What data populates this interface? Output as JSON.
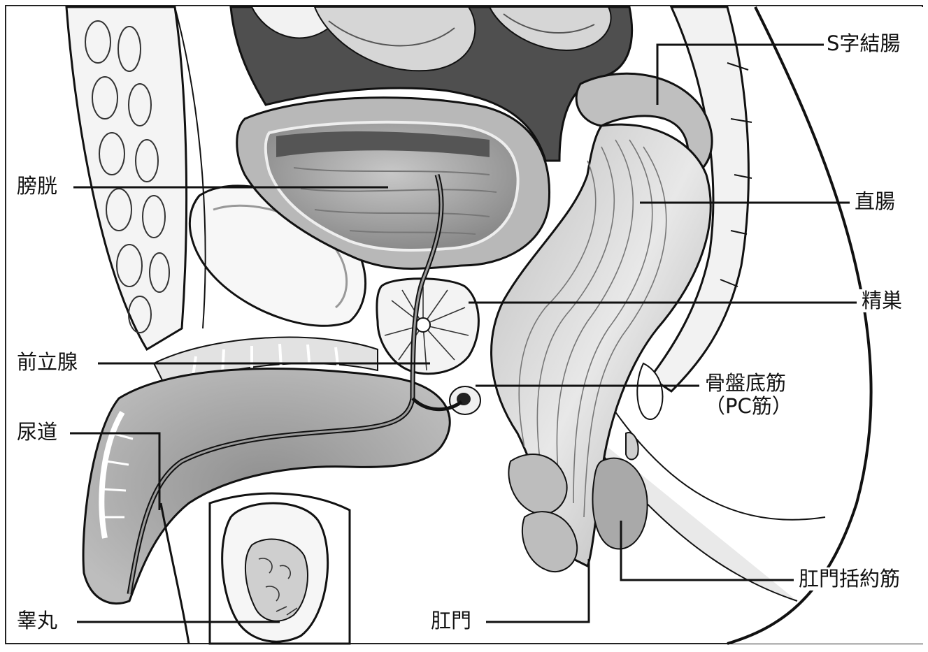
{
  "diagram": {
    "labels": {
      "sigmoid_colon": "S字結腸",
      "bladder": "膀胱",
      "rectum": "直腸",
      "seminal_vesicle": "精巣",
      "prostate": "前立腺",
      "pelvic_floor_1": "骨盤底筋",
      "pelvic_floor_2": "（PC筋）",
      "urethra": "尿道",
      "anal_sphincter": "肛門括約筋",
      "testis": "睾丸",
      "anus": "肛門"
    },
    "colors": {
      "ink": "#111111",
      "tissue_dark": "#4a4a4a",
      "tissue_mid": "#9a9a9a",
      "tissue_light": "#cfcfcf",
      "tissue_pale": "#e6e6e6",
      "background": "#ffffff"
    }
  }
}
